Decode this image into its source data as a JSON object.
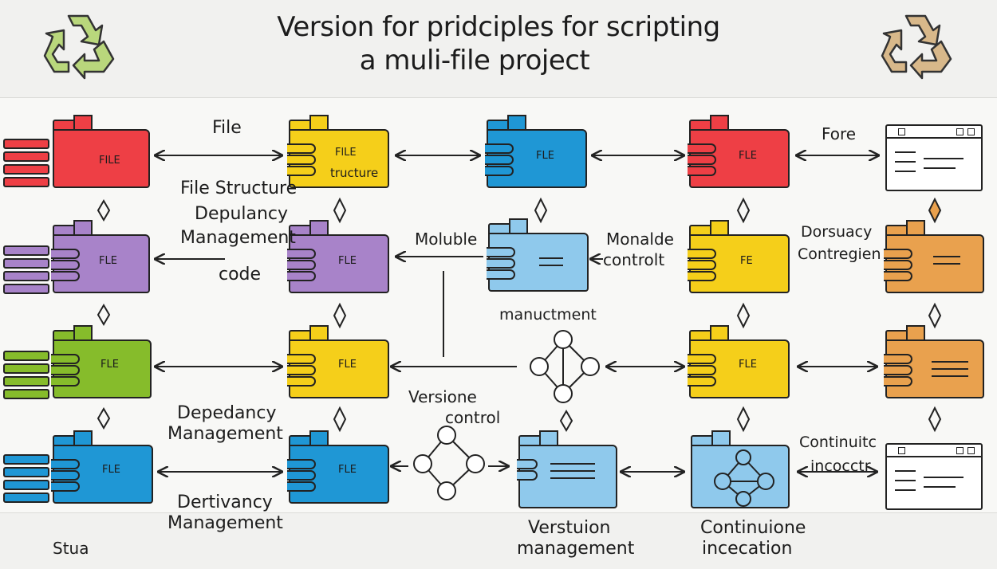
{
  "title": {
    "line1": "Version for pridciples for scripting",
    "line2": "a muli-file  project"
  },
  "labels": {
    "file": "File",
    "file_structure": "File Structure",
    "depulancy": "Depulancy",
    "management1": "Management",
    "code": "code",
    "moluble": "Moluble",
    "monalde": "Monalde",
    "controlt": "controlt",
    "fore": "Fore",
    "dorsuacy": "Dorsuacy",
    "contregien": "Contregien",
    "manuctment": "manuctment",
    "versione": "Versione",
    "control": "control",
    "depedancy": "Depedancy",
    "management2": "Management",
    "dertivancy": "Dertivancy",
    "management3": "Management",
    "continuitc": "Continuitc",
    "incocctr": "incocctr",
    "verstuion": "Verstuion",
    "management4": "management",
    "continuione": "Continuione",
    "incecation": "incecation",
    "stua": "Stua"
  },
  "folder_text": {
    "r1c1": "FILE",
    "r1c2a": "FlLE",
    "r1c2b": "tructure",
    "r1c3": "FLE",
    "r1c4": "FLE",
    "r2c1": "FLE",
    "r2c2": "FLE",
    "r2c4": "FE",
    "r3c1": "FLE",
    "r3c2": "FLE",
    "r3c4": "FLE",
    "r4c1": "FLE",
    "r4c2": "FLE"
  },
  "colors": {
    "red": "#ee3f45",
    "yellow": "#f5cf1a",
    "blue": "#1f97d5",
    "lightblue": "#8fc9ec",
    "purple": "#a883c9",
    "green": "#86bc2b",
    "orange": "#e9a14e",
    "recycle_green": "#b9d77c",
    "recycle_tan": "#d8b88a"
  },
  "icons": [
    "recycle-icon-left",
    "recycle-icon-right",
    "network-icon"
  ]
}
